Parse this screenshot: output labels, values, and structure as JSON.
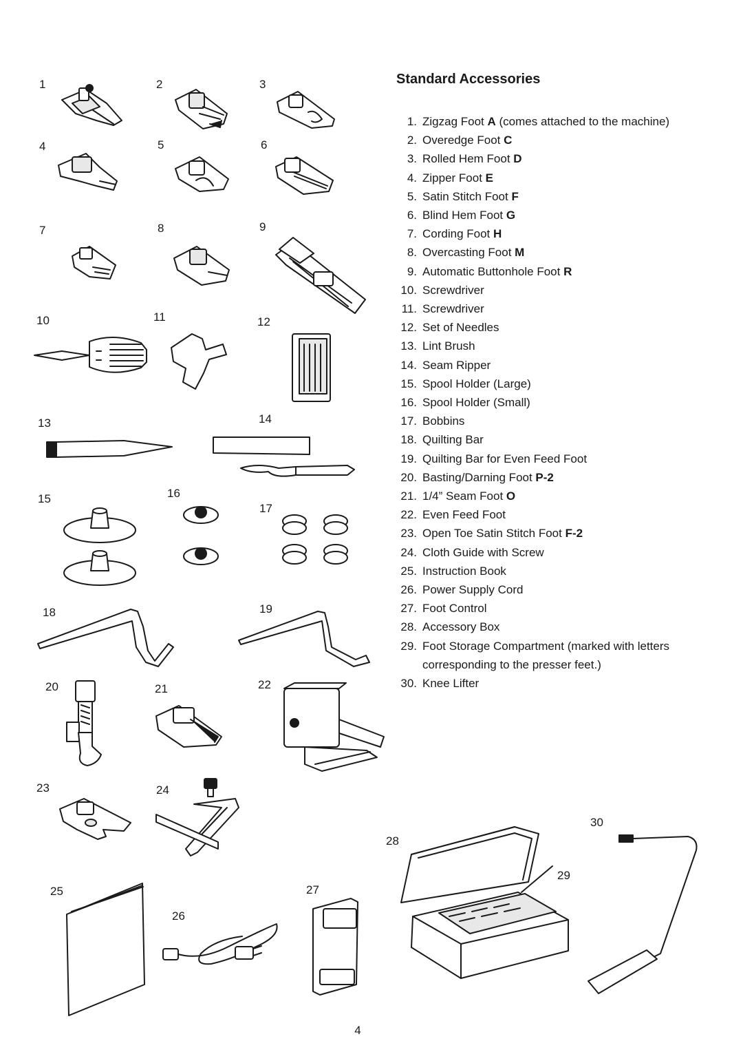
{
  "title": "Standard Accessories",
  "page_number": "4",
  "items": [
    {
      "num": "1.",
      "text": "Zigzag Foot ",
      "bold": "A",
      "suffix": " (comes attached to the machine)"
    },
    {
      "num": "2.",
      "text": "Overedge Foot ",
      "bold": "C",
      "suffix": ""
    },
    {
      "num": "3.",
      "text": "Rolled Hem Foot ",
      "bold": "D",
      "suffix": ""
    },
    {
      "num": "4.",
      "text": "Zipper Foot ",
      "bold": "E",
      "suffix": ""
    },
    {
      "num": "5.",
      "text": "Satin Stitch Foot ",
      "bold": "F",
      "suffix": ""
    },
    {
      "num": "6.",
      "text": "Blind Hem Foot ",
      "bold": "G",
      "suffix": ""
    },
    {
      "num": "7.",
      "text": "Cording Foot ",
      "bold": "H",
      "suffix": ""
    },
    {
      "num": "8.",
      "text": "Overcasting Foot ",
      "bold": "M",
      "suffix": ""
    },
    {
      "num": "9.",
      "text": "Automatic Buttonhole Foot ",
      "bold": "R",
      "suffix": ""
    },
    {
      "num": "10.",
      "text": "Screwdriver",
      "bold": "",
      "suffix": ""
    },
    {
      "num": "11.",
      "text": "Screwdriver",
      "bold": "",
      "suffix": ""
    },
    {
      "num": "12.",
      "text": "Set of Needles",
      "bold": "",
      "suffix": ""
    },
    {
      "num": "13.",
      "text": "Lint Brush",
      "bold": "",
      "suffix": ""
    },
    {
      "num": "14.",
      "text": "Seam Ripper",
      "bold": "",
      "suffix": ""
    },
    {
      "num": "15.",
      "text": "Spool Holder (Large)",
      "bold": "",
      "suffix": ""
    },
    {
      "num": "16.",
      "text": "Spool Holder (Small)",
      "bold": "",
      "suffix": ""
    },
    {
      "num": "17.",
      "text": "Bobbins",
      "bold": "",
      "suffix": ""
    },
    {
      "num": "18.",
      "text": "Quilting Bar",
      "bold": "",
      "suffix": ""
    },
    {
      "num": "19.",
      "text": "Quilting Bar for Even Feed Foot",
      "bold": "",
      "suffix": ""
    },
    {
      "num": "20.",
      "text": "Basting/Darning Foot ",
      "bold": "P-2",
      "suffix": ""
    },
    {
      "num": "21.",
      "text": "1/4” Seam Foot ",
      "bold": "O",
      "suffix": ""
    },
    {
      "num": "22.",
      "text": "Even Feed Foot",
      "bold": "",
      "suffix": ""
    },
    {
      "num": "23.",
      "text": "Open Toe Satin Stitch Foot ",
      "bold": "F-2",
      "suffix": ""
    },
    {
      "num": "24.",
      "text": "Cloth Guide with Screw",
      "bold": "",
      "suffix": ""
    },
    {
      "num": "25.",
      "text": "Instruction Book",
      "bold": "",
      "suffix": ""
    },
    {
      "num": "26.",
      "text": "Power Supply Cord",
      "bold": "",
      "suffix": ""
    },
    {
      "num": "27.",
      "text": "Foot Control",
      "bold": "",
      "suffix": ""
    },
    {
      "num": "28.",
      "text": "Accessory Box",
      "bold": "",
      "suffix": ""
    },
    {
      "num": "29.",
      "text": "Foot Storage Compartment (marked with letters",
      "bold": "",
      "suffix": ""
    },
    {
      "num": "",
      "text": "corresponding to the presser feet.)",
      "bold": "",
      "suffix": ""
    },
    {
      "num": "30.",
      "text": "Knee Lifter",
      "bold": "",
      "suffix": ""
    }
  ],
  "figure_labels": {
    "l1": "1",
    "l2": "2",
    "l3": "3",
    "l4": "4",
    "l5": "5",
    "l6": "6",
    "l7": "7",
    "l8": "8",
    "l9": "9",
    "l10": "10",
    "l11": "11",
    "l12": "12",
    "l13": "13",
    "l14": "14",
    "l15": "15",
    "l16": "16",
    "l17": "17",
    "l18": "18",
    "l19": "19",
    "l20": "20",
    "l21": "21",
    "l22": "22",
    "l23": "23",
    "l24": "24",
    "l25": "25",
    "l26": "26",
    "l27": "27",
    "l28": "28",
    "l29": "29",
    "l30": "30"
  }
}
